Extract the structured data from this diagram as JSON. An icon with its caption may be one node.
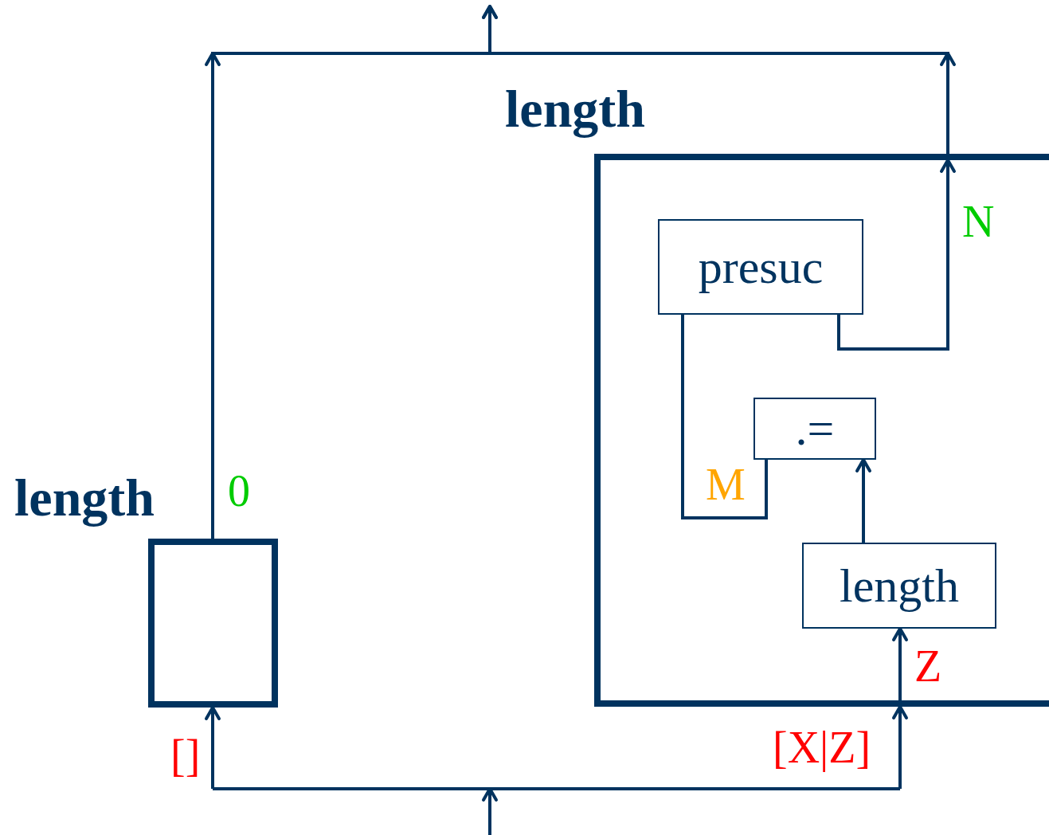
{
  "diagram": {
    "title": "length",
    "nodes": [
      {
        "text": [
          "length"
        ]
      },
      {
        "text": [],
        "shape": "box"
      },
      {
        "text": [
          "presuc"
        ],
        "in": 1
      },
      {
        "text": [
          ".="
        ],
        "in": 1
      },
      {
        "text": [
          "length"
        ],
        "in": 1
      }
    ],
    "edges": [
      {
        "from": null,
        "to": 0,
        "arrow": "to",
        "label": "[]"
      },
      {
        "from": null,
        "to": 1,
        "arrow": "to",
        "label": "[X|Z]"
      },
      {
        "from": 1,
        "to": 4,
        "arrow": "to",
        "label": "Z"
      },
      {
        "from": 4,
        "to": 3,
        "arrow": "to"
      },
      {
        "from": 2,
        "to": 3,
        "arrow": "none",
        "label": "M"
      },
      {
        "from": 2,
        "to": 1,
        "arrow": "to",
        "label": "N"
      },
      {
        "from": 0,
        "to": null,
        "arrow": "to",
        "label": "0"
      },
      {
        "from": 1,
        "to": null,
        "arrow": "to"
      }
    ]
  }
}
